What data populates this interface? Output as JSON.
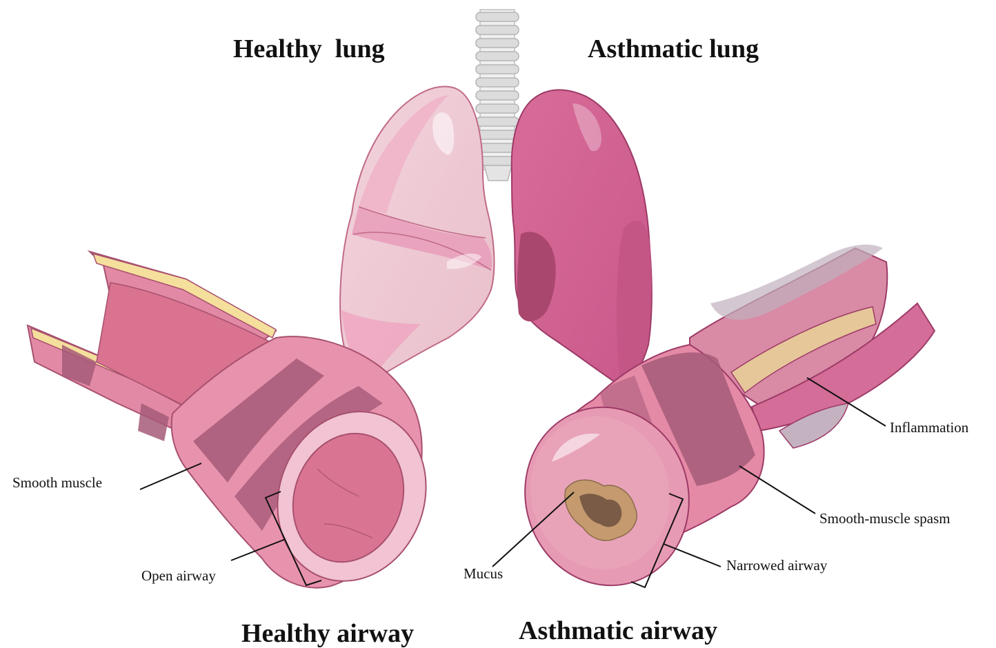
{
  "titles": {
    "healthy_lung": "Healthy  lung",
    "asthmatic_lung": "Asthmatic lung",
    "healthy_airway": "Healthy airway",
    "asthmatic_airway": "Asthmatic airway"
  },
  "labels": {
    "smooth_muscle": "Smooth muscle",
    "open_airway": "Open airway",
    "mucus": "Mucus",
    "narrowed_airway": "Narrowed airway",
    "smooth_muscle_spasm": "Smooth-muscle spasm",
    "inflammation": "Inflammation"
  },
  "colors": {
    "healthy_lung": "#eecad3",
    "healthy_lung_dark": "#efa0bd",
    "asthmatic_lung": "#d56b96",
    "asthmatic_lung_dark": "#b64d7c",
    "trachea": "#e6e6e6",
    "airway_pink": "#e58aa6",
    "smooth_muscle_band": "#a65a78",
    "mucus": "#b68a5e",
    "inflammation_fat": "#e7c99a"
  }
}
